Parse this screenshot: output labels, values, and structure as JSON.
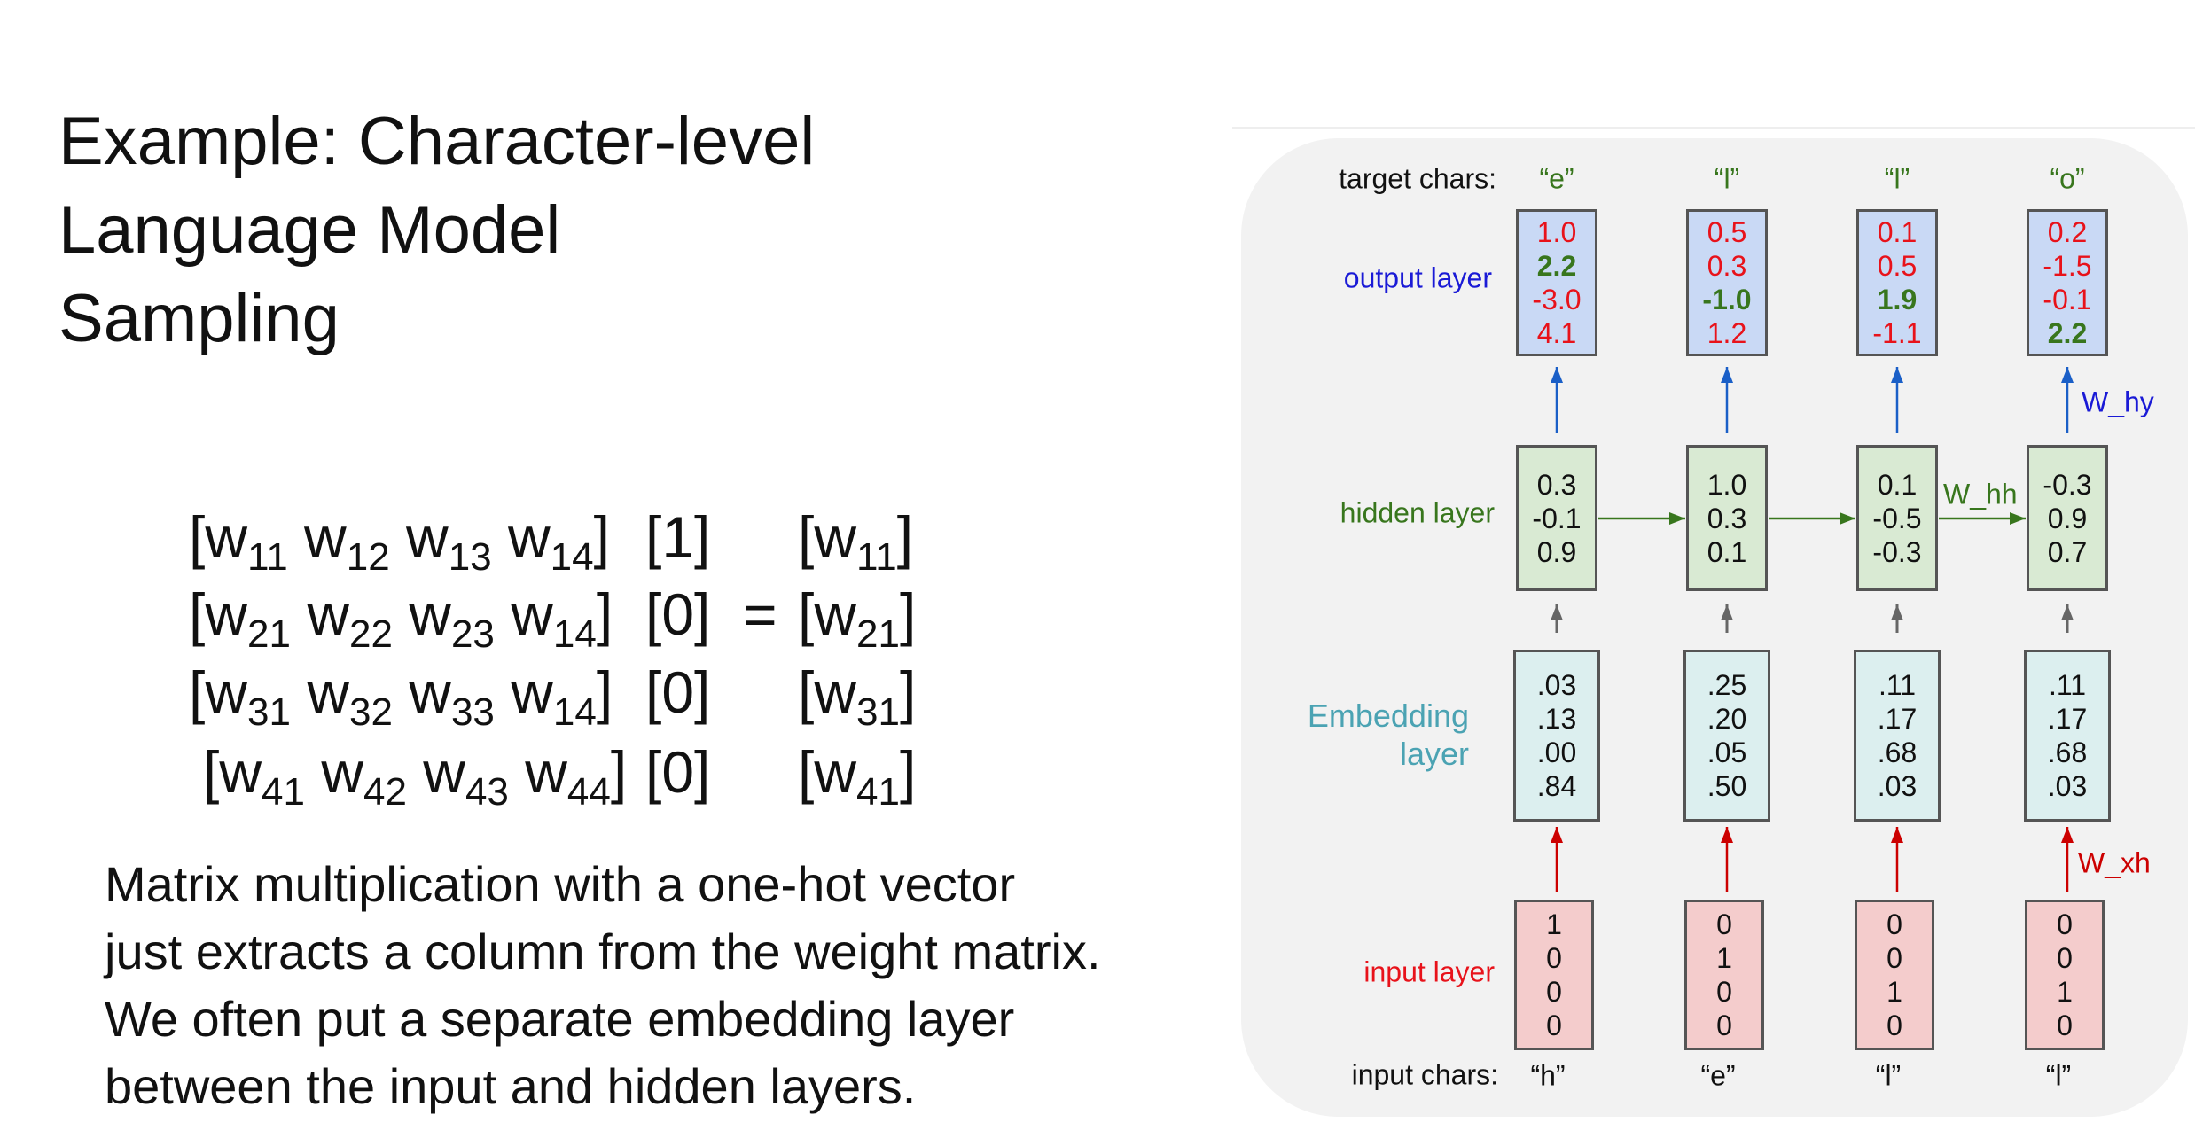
{
  "slide": {
    "title_lines": [
      "Example: Character-level",
      "Language Model",
      "Sampling"
    ],
    "matrix_rows": [
      {
        "terms": [
          "11",
          "12",
          "13",
          "14"
        ],
        "one_hot": "[1]",
        "result": "11",
        "equals": ""
      },
      {
        "terms": [
          "21",
          "22",
          "23",
          "14"
        ],
        "one_hot": "[0]",
        "result": "21",
        "equals": "="
      },
      {
        "terms": [
          "31",
          "32",
          "33",
          "14"
        ],
        "one_hot": "[0]",
        "result": "31",
        "equals": ""
      },
      {
        "terms": [
          "41",
          "42",
          "43",
          "44"
        ],
        "one_hot": "[0]",
        "result": "41",
        "equals": ""
      }
    ],
    "paragraph_lines": [
      "Matrix multiplication with a one-hot vector",
      "just extracts a column from the weight matrix.",
      "We often put a separate embedding layer",
      "between the input and hidden layers."
    ]
  },
  "diagram": {
    "labels": {
      "target_chars": "target chars:",
      "output_layer": "output layer",
      "hidden_layer": "hidden layer",
      "embedding_layer_1": "Embedding",
      "embedding_layer_2": "layer",
      "input_layer": "input layer",
      "input_chars": "input chars:",
      "w_hy": "W_hy",
      "w_hh": "W_hh",
      "w_xh": "W_xh"
    },
    "colors": {
      "red": "#e8121a",
      "green": "#38761d",
      "blue": "#1a1ad6",
      "teal": "#4ba3b3",
      "dark_red": "#cc0000",
      "arrow_blue": "#1a5fc7",
      "arrow_gray": "#666666"
    },
    "columns": [
      {
        "target": "“e”",
        "output": [
          "1.0",
          "2.2",
          "-3.0",
          "4.1"
        ],
        "output_correct_index": 1,
        "hidden": [
          "0.3",
          "-0.1",
          "0.9"
        ],
        "embedding": [
          ".03",
          ".13",
          ".00",
          ".84"
        ],
        "input": [
          "1",
          "0",
          "0",
          "0"
        ],
        "input_char": "“h”"
      },
      {
        "target": "“l”",
        "output": [
          "0.5",
          "0.3",
          "-1.0",
          "1.2"
        ],
        "output_correct_index": 2,
        "hidden": [
          "1.0",
          "0.3",
          "0.1"
        ],
        "embedding": [
          ".25",
          ".20",
          ".05",
          ".50"
        ],
        "input": [
          "0",
          "1",
          "0",
          "0"
        ],
        "input_char": "“e”"
      },
      {
        "target": "“l”",
        "output": [
          "0.1",
          "0.5",
          "1.9",
          "-1.1"
        ],
        "output_correct_index": 2,
        "hidden": [
          "0.1",
          "-0.5",
          "-0.3"
        ],
        "embedding": [
          ".11",
          ".17",
          ".68",
          ".03"
        ],
        "input": [
          "0",
          "0",
          "1",
          "0"
        ],
        "input_char": "“l”"
      },
      {
        "target": "“o”",
        "output": [
          "0.2",
          "-1.5",
          "-0.1",
          "2.2"
        ],
        "output_correct_index": 3,
        "hidden": [
          "-0.3",
          "0.9",
          "0.7"
        ],
        "embedding": [
          ".11",
          ".17",
          ".68",
          ".03"
        ],
        "input": [
          "0",
          "0",
          "1",
          "0"
        ],
        "input_char": "“l”"
      }
    ]
  }
}
